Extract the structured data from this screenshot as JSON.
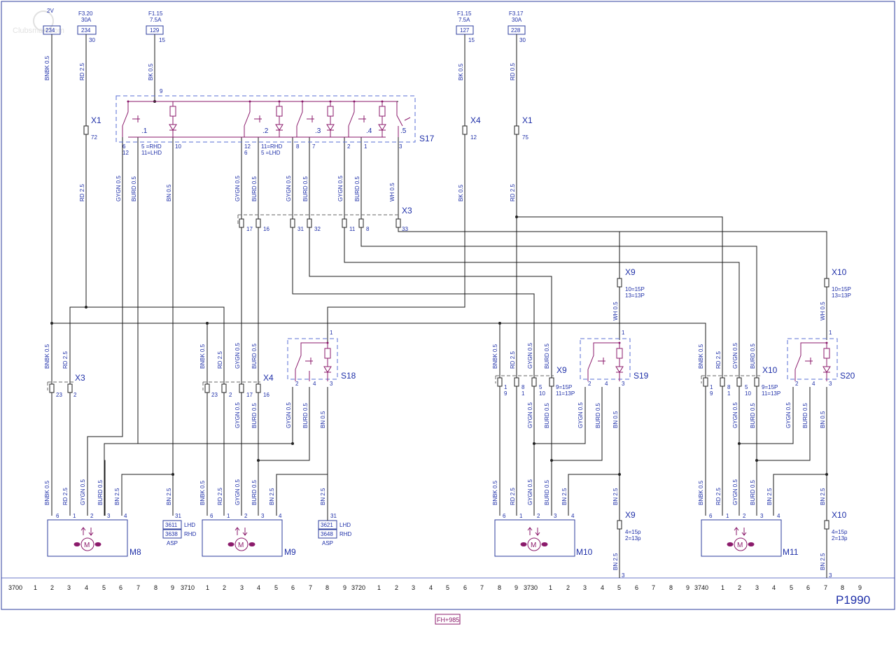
{
  "title": "P1990",
  "footer_ref": "FH+985",
  "watermark": "Clubsmart.com",
  "sheet": {
    "section_labels": [
      "3700",
      "3710",
      "3720",
      "3730",
      "3740"
    ],
    "column_numbers": [
      "1",
      "2",
      "3",
      "4",
      "5",
      "6",
      "7",
      "8",
      "9"
    ]
  },
  "fuses": [
    {
      "id": "f1",
      "name": "2V",
      "rating": "",
      "box": "234",
      "pin": ""
    },
    {
      "id": "f2",
      "name": "F3.20",
      "rating": "30A",
      "box": "234",
      "pin": "30"
    },
    {
      "id": "f3",
      "name": "F1.15",
      "rating": "7.5A",
      "box": "129",
      "pin": "15"
    },
    {
      "id": "f4",
      "name": "F1.15",
      "rating": "7.5A",
      "box": "127",
      "pin": "15"
    },
    {
      "id": "f5",
      "name": "F3.17",
      "rating": "30A",
      "box": "228",
      "pin": "30"
    }
  ],
  "components": {
    "S17": "S17",
    "S18": "S18",
    "S19": "S19",
    "S20": "S20",
    "M8": "M8",
    "M9": "M9",
    "M10": "M10",
    "M11": "M11",
    "X1": "X1",
    "X3": "X3",
    "X4": "X4",
    "X9": "X9",
    "X10": "X10"
  },
  "labels": {
    "s17_pin9": "9",
    "s17_pins": [
      "6",
      "12",
      "5 =RHD",
      "11=LHD",
      "10",
      "12",
      "6",
      "11=RHD",
      "5 =LHD",
      "8",
      "7",
      "2",
      "1",
      "3"
    ],
    "s17_sub": [
      ".1",
      ".2",
      ".3",
      ".4",
      ".5"
    ],
    "x1_pin_a": "72",
    "x1_pin_b": "75",
    "x4_pin": "12",
    "x3_pins": [
      "17",
      "16",
      "31",
      "32",
      "11",
      "8",
      "33"
    ],
    "x9_top_a": "10=15P",
    "x9_top_b": "13=13P",
    "x10_top_a": "10=15P",
    "x10_top_b": "13=13P",
    "x9_bot_a": "4=15p",
    "x9_bot_b": "2=13p",
    "x10_bot_a": "4=15p",
    "x10_bot_b": "2=13p",
    "x9_mid": [
      "1",
      "9",
      "8",
      "1",
      "5",
      "10",
      "9=15P",
      "11=13P"
    ],
    "x10_mid": [
      "1",
      "9",
      "8",
      "1",
      "5",
      "10",
      "9=15P",
      "11=13P"
    ],
    "x3_left_pins": [
      "23",
      "2"
    ],
    "x4_left_pins": [
      "23",
      "2",
      "17",
      "16"
    ],
    "switch_pins": [
      "2",
      "4",
      "3",
      "1"
    ],
    "motor_pins": [
      "6",
      "1",
      "2",
      "3",
      "4"
    ],
    "m8_ref": [
      "3611",
      "LHD",
      "3638",
      "RHD",
      "ASP",
      "31"
    ],
    "m9_ref": [
      "3621",
      "LHD",
      "3648",
      "RHD",
      "ASP",
      "31"
    ],
    "gnd_pin": "3",
    "motor_letter": "M"
  },
  "wires": {
    "BNBK": "BNBK 0.5",
    "RD": "RD 2.5",
    "RD05": "RD 0.5",
    "BK": "BK 0.5",
    "GYGN": "GYGN 0.5",
    "BURD": "BURD 0.5",
    "BN05": "BN 0.5",
    "BN25": "BN 2.5",
    "WH": "WH 0.5"
  }
}
